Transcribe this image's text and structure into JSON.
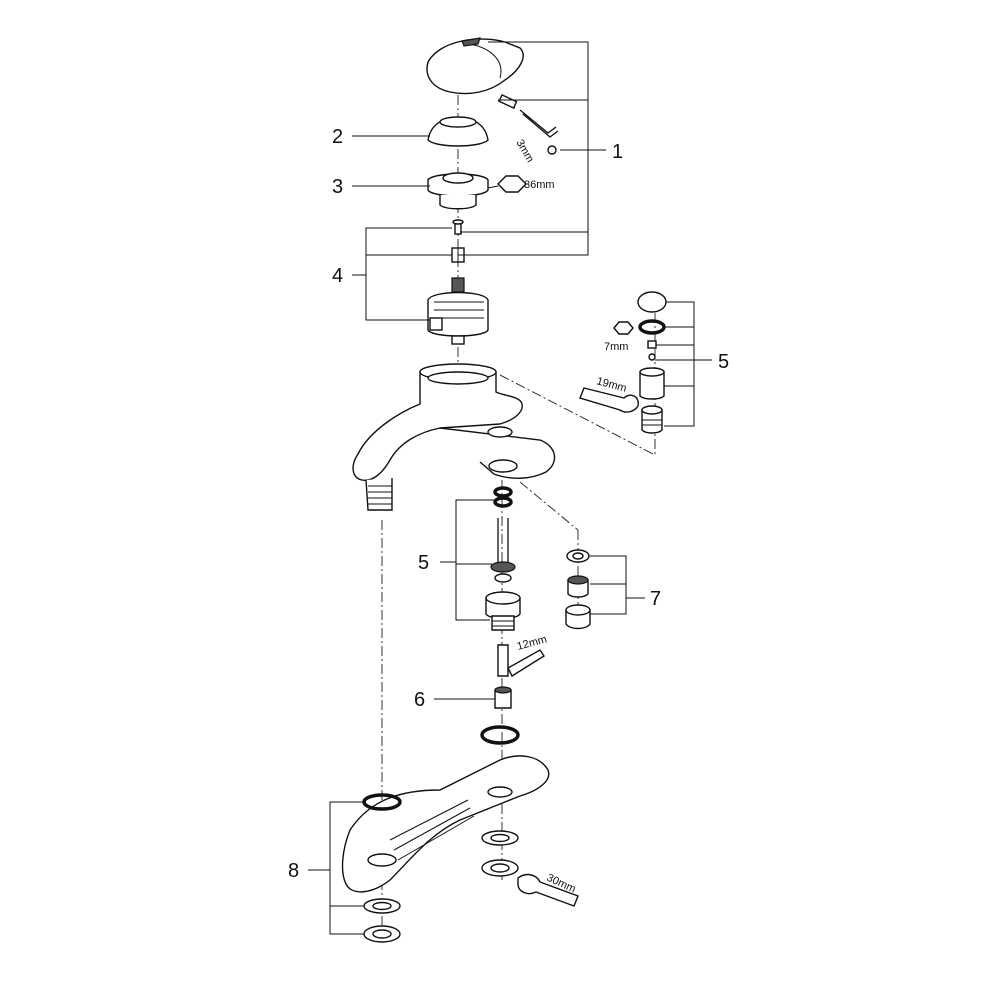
{
  "callouts": {
    "c1": "1",
    "c2": "2",
    "c3": "3",
    "c4": "4",
    "c5a": "5",
    "c5b": "5",
    "c6": "6",
    "c7": "7",
    "c8": "8"
  },
  "tools": {
    "t3mm": "3mm",
    "t36mm": "36mm",
    "t7mm": "7mm",
    "t19mm": "19mm",
    "t12mm": "12mm",
    "t30mm": "30mm"
  }
}
